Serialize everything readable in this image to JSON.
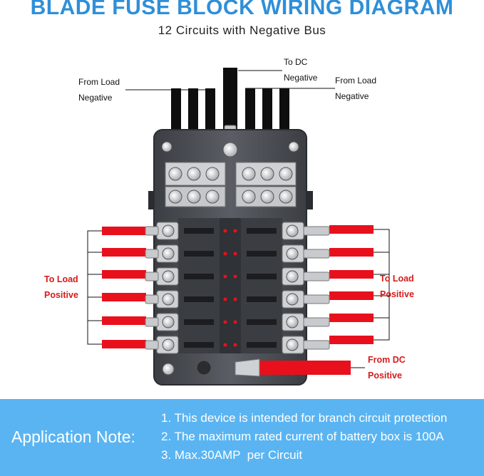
{
  "title": "BLADE FUSE BLOCK WIRING DIAGRAM",
  "subtitle": "12 Circuits with Negative Bus",
  "labels": {
    "from_load_negative_left": [
      "From Load",
      "Negative"
    ],
    "to_dc_negative": [
      "To DC",
      "Negative"
    ],
    "from_load_negative_right": [
      "From Load",
      "Negative"
    ],
    "to_load_positive_left": [
      "To Load",
      "Positive"
    ],
    "to_load_positive_right": [
      "To Load",
      "Positive"
    ],
    "from_dc_positive": [
      "From DC",
      "Positive"
    ]
  },
  "note": {
    "heading": "Application Note:",
    "items": [
      "1. This device is intended for branch circuit protection",
      "2. The maximum rated current of battery box is 100A",
      "3. Max.30AMP  per Circuit"
    ]
  },
  "colors": {
    "title": "#2f8fd8",
    "wire_red": "#e8101c",
    "label_red": "#d51b1b",
    "block_body": "#4a4d52",
    "note_background": "#5ab4f2"
  },
  "circuits_per_side": 6
}
